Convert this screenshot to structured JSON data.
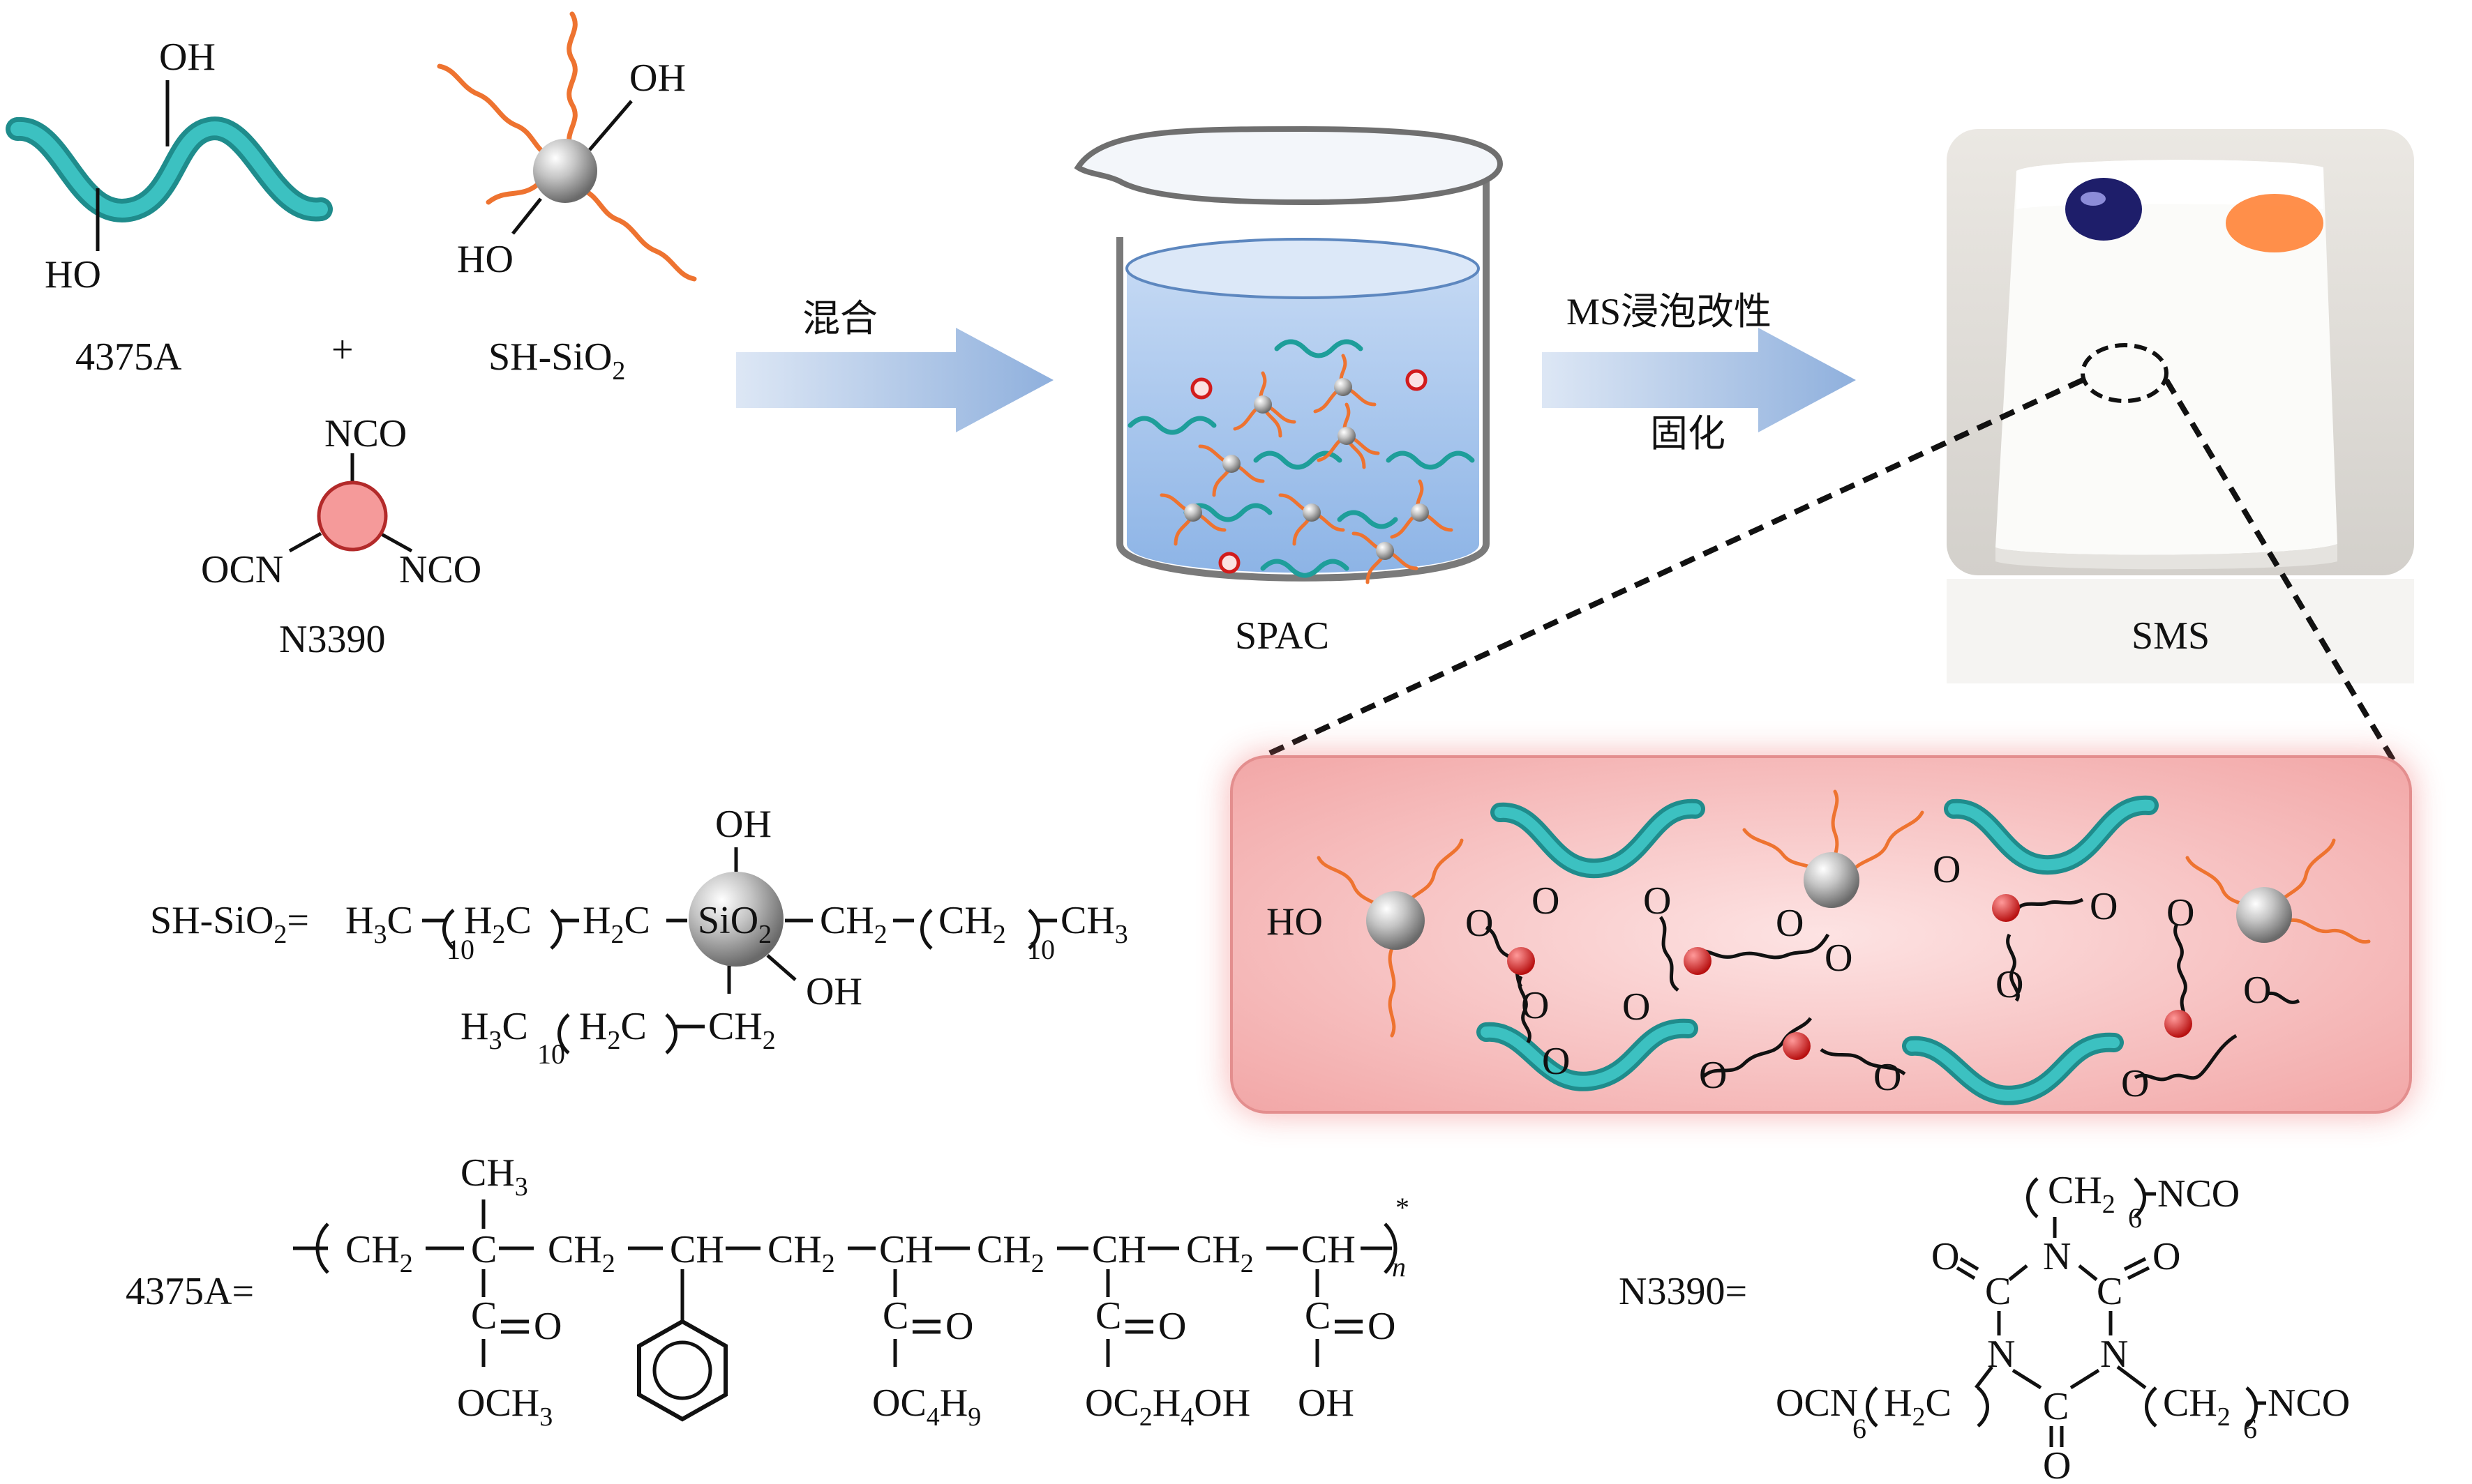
{
  "top_left": {
    "oh_top": "OH",
    "ho_left": "HO",
    "oh_particle": "OH",
    "ho_particle": "HO",
    "label_4375a": "4375A",
    "plus": "+",
    "label_shsio2": "SH-SiO",
    "label_shsio2_sub": "2",
    "nco_top": "NCO",
    "ocn_left": "OCN",
    "nco_right": "NCO",
    "label_n3390": "N3390"
  },
  "arrows": {
    "mix_label": "混合",
    "soak_label": "MS浸泡改性",
    "cure_label": "固化"
  },
  "beaker": {
    "label": "SPAC"
  },
  "photo": {
    "label": "SMS"
  },
  "network": {
    "ho_label": "HO",
    "o_label": "O"
  },
  "formula_shsio2": {
    "prefix": "SH-SiO",
    "prefix_sub": "2",
    "equals": "=",
    "h3c": "H",
    "h3c_sub": "3",
    "c": "C",
    "h2c": "H",
    "h2c_sub": "2",
    "sub10": "10",
    "core": "SiO",
    "core_sub": "2",
    "ch2": "CH",
    "ch2_sub": "2",
    "ch3": "CH",
    "ch3_sub": "3",
    "oh_top": "OH",
    "oh_right": "OH"
  },
  "formula_4375a": {
    "prefix": "4375A=",
    "ch3_top": "CH",
    "ch3_top_sub": "3",
    "ch2": "CH",
    "ch2_sub": "2",
    "c": "C",
    "ch": "CH",
    "o": "O",
    "och3": "OCH",
    "och3_sub": "3",
    "oc4h9_a": "OC",
    "oc4h9_sub1": "4",
    "oc4h9_b": "H",
    "oc4h9_sub2": "9",
    "oc2h4oh_a": "OC",
    "oc2h4oh_sub1": "2",
    "oc2h4oh_b": "H",
    "oc2h4oh_sub2": "4",
    "oc2h4oh_c": "OH",
    "oh": "OH",
    "n": "n",
    "star": "*"
  },
  "formula_n3390": {
    "prefix": "N3390=",
    "ch2": "CH",
    "ch2_sub": "2",
    "six": "6",
    "nco": "NCO",
    "ocn": "OCN",
    "h2c": "H",
    "h2c_sub": "2",
    "c": "C",
    "n": "N",
    "o": "O"
  },
  "colors": {
    "ribbon": "#2aa6a6",
    "wavy": "#f07a3a",
    "red_node": "#d81e1e",
    "particle": "#b8b8b8",
    "water": "#a9c9ef",
    "arrow": "#b5cbe8",
    "panel": "#f5b7b7"
  }
}
